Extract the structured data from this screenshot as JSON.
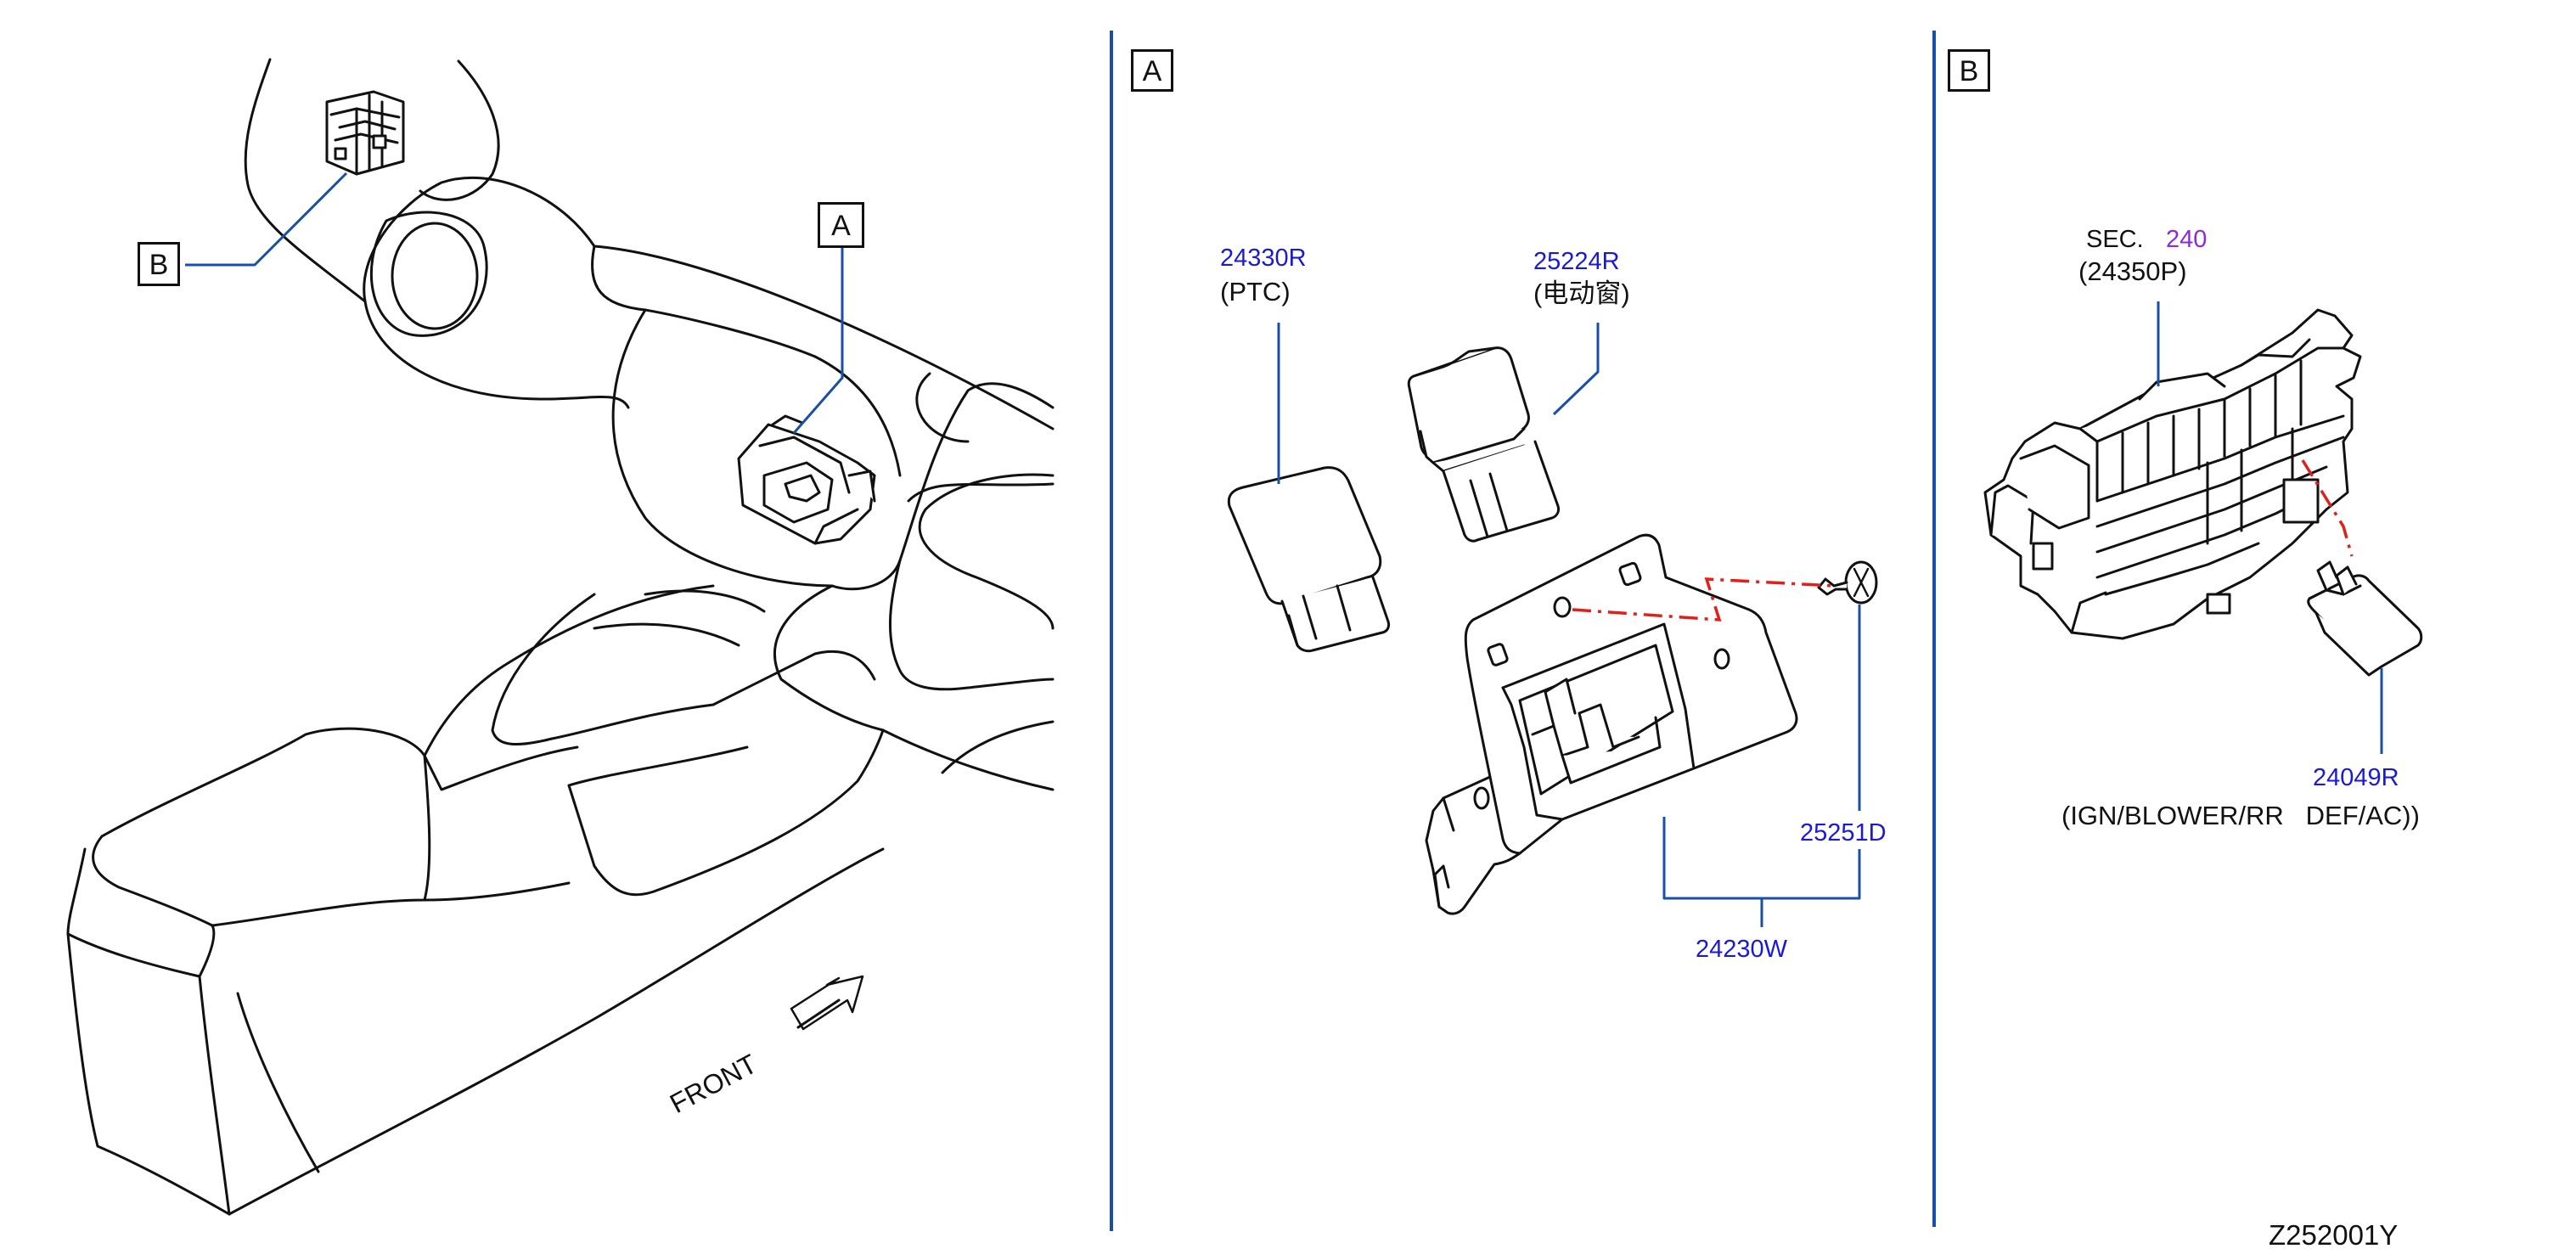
{
  "callouts": {
    "a": "A",
    "b": "B"
  },
  "panel_overview": {
    "front_label": "FRONT"
  },
  "panel_a": {
    "title": "A",
    "part_24330r": {
      "number": "24330R",
      "desc": "(PTC)"
    },
    "part_25224r": {
      "number": "25224R",
      "desc": "(电动窗)"
    },
    "part_25251d": {
      "number": "25251D"
    },
    "part_24230w": {
      "number": "24230W"
    }
  },
  "panel_b": {
    "title": "B",
    "sec_prefix": "SEC.",
    "sec_number": "240",
    "part_24350p": "(24350P)",
    "part_24049r": {
      "number": "24049R",
      "desc": "(IGN/BLOWER/RR   DEF/AC))"
    }
  },
  "diagram_code": "Z252001Y",
  "colors": {
    "part_number": "#1a1ad6",
    "section_link": "#8a2be2",
    "leader": "#1a4fa8",
    "phantom": "#e0201a",
    "line": "#111111"
  }
}
